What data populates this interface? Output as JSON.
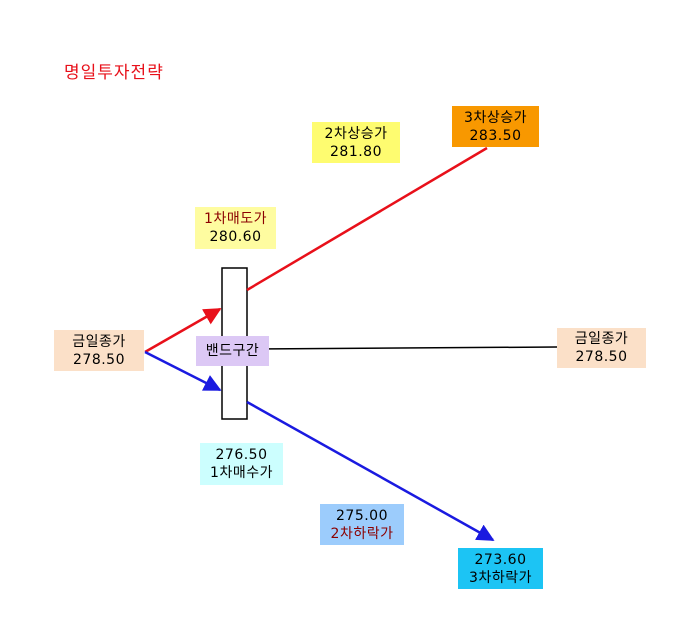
{
  "title": "명일투자전략",
  "colors": {
    "up_line": "#e8101a",
    "down_line": "#1a1ae0",
    "flat_line": "#000000",
    "close_fill": "#fbe0c8",
    "sell1_fill": "#fefca0",
    "up2_fill": "#fefc70",
    "up3_fill": "#f89800",
    "buy1_fill": "#ccfefe",
    "down2_fill": "#9cccfc",
    "down3_fill": "#1cc4f4",
    "band_fill": "#dcc8f5"
  },
  "band_label": "밴드구간",
  "nodes": {
    "today_close_left": {
      "label": "금일종가",
      "value": "278.50"
    },
    "today_close_right": {
      "label": "금일종가",
      "value": "278.50"
    },
    "sell1": {
      "label": "1차매도가",
      "value": "280.60"
    },
    "up2": {
      "label": "2차상승가",
      "value": "281.80"
    },
    "up3": {
      "label": "3차상승가",
      "value": "283.50"
    },
    "buy1": {
      "value": "276.50",
      "label": "1차매수가"
    },
    "down2": {
      "value": "275.00",
      "label": "2차하락가"
    },
    "down3": {
      "value": "273.60",
      "label": "3차하락가"
    }
  }
}
